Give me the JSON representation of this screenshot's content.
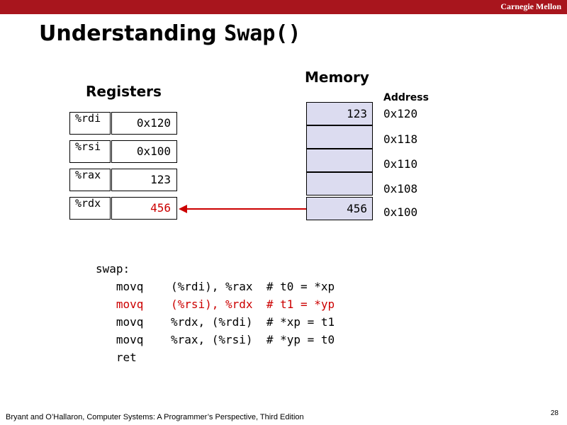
{
  "header": {
    "brand": "Carnegie Mellon"
  },
  "title": {
    "text": "Understanding ",
    "code": "Swap()"
  },
  "registers": {
    "heading": "Registers",
    "rows": [
      {
        "name": "%rdi",
        "value": "0x120",
        "highlight": false
      },
      {
        "name": "%rsi",
        "value": "0x100",
        "highlight": false
      },
      {
        "name": "%rax",
        "value": "123",
        "highlight": false
      },
      {
        "name": "%rdx",
        "value": "456",
        "highlight": true
      }
    ]
  },
  "memory": {
    "heading": "Memory",
    "address_heading": "Address",
    "cells": [
      {
        "value": "123",
        "address": "0x120"
      },
      {
        "value": "",
        "address": "0x118"
      },
      {
        "value": "",
        "address": "0x110"
      },
      {
        "value": "",
        "address": "0x108"
      },
      {
        "value": "456",
        "address": "0x100"
      }
    ]
  },
  "code": {
    "lines": [
      {
        "text": "swap:",
        "highlight": false
      },
      {
        "text": "   movq    (%rdi), %rax  # t0 = *xp",
        "highlight": false
      },
      {
        "text": "   movq    (%rsi), %rdx  # t1 = *yp",
        "highlight": true
      },
      {
        "text": "   movq    %rdx, (%rdi)  # *xp = t1",
        "highlight": false
      },
      {
        "text": "   movq    %rax, (%rsi)  # *yp = t0",
        "highlight": false
      },
      {
        "text": "   ret",
        "highlight": false
      }
    ]
  },
  "colors": {
    "accent": "#a8151d",
    "highlight_text": "#cc0000",
    "memory_fill": "#dcdcf0"
  },
  "footer": {
    "citation": "Bryant and O’Hallaron, Computer Systems: A Programmer’s Perspective, Third Edition",
    "page_number": "28"
  }
}
